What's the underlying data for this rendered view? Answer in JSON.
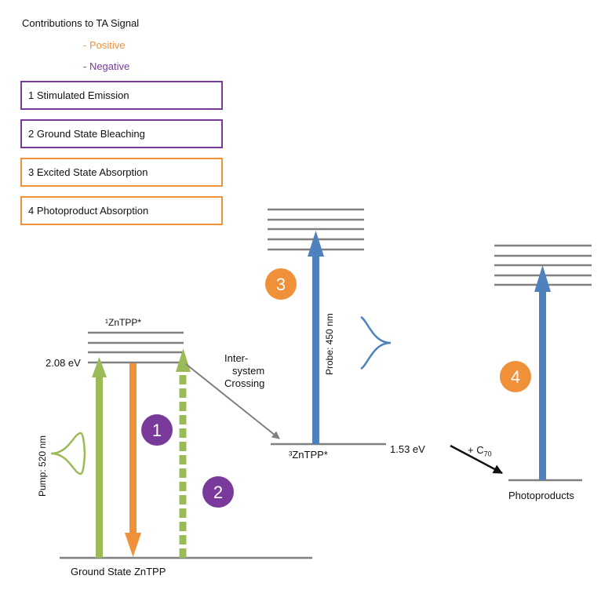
{
  "legend": {
    "title": "Contributions to TA Signal",
    "positive": "- Positive",
    "negative": "- Negative",
    "items": [
      "1 Stimulated Emission",
      "2 Ground State Bleaching",
      "3 Excited State Absorption",
      "4 Photoproduct Absorption"
    ]
  },
  "labels": {
    "s1_state": "¹ZnTPP*",
    "s1_energy": "2.08 eV",
    "isc_line1": "Inter-",
    "isc_line2": "system",
    "isc_line3": "Crossing",
    "t1_state": "³ZnTPP*",
    "t1_energy": "1.53 eV",
    "c70": "+ C",
    "c70_sub": "70",
    "photoproducts": "Photoproducts",
    "ground": "Ground State ZnTPP",
    "pump": "Pump: 520 nm",
    "probe": "Probe: 450 nm"
  },
  "badges": {
    "b1": "1",
    "b2": "2",
    "b3": "3",
    "b4": "4"
  },
  "colors": {
    "green": "#9bbb59",
    "orange": "#f0913a",
    "blue": "#4f81bd",
    "purple": "#7a3a9c",
    "gray": "#808080"
  }
}
